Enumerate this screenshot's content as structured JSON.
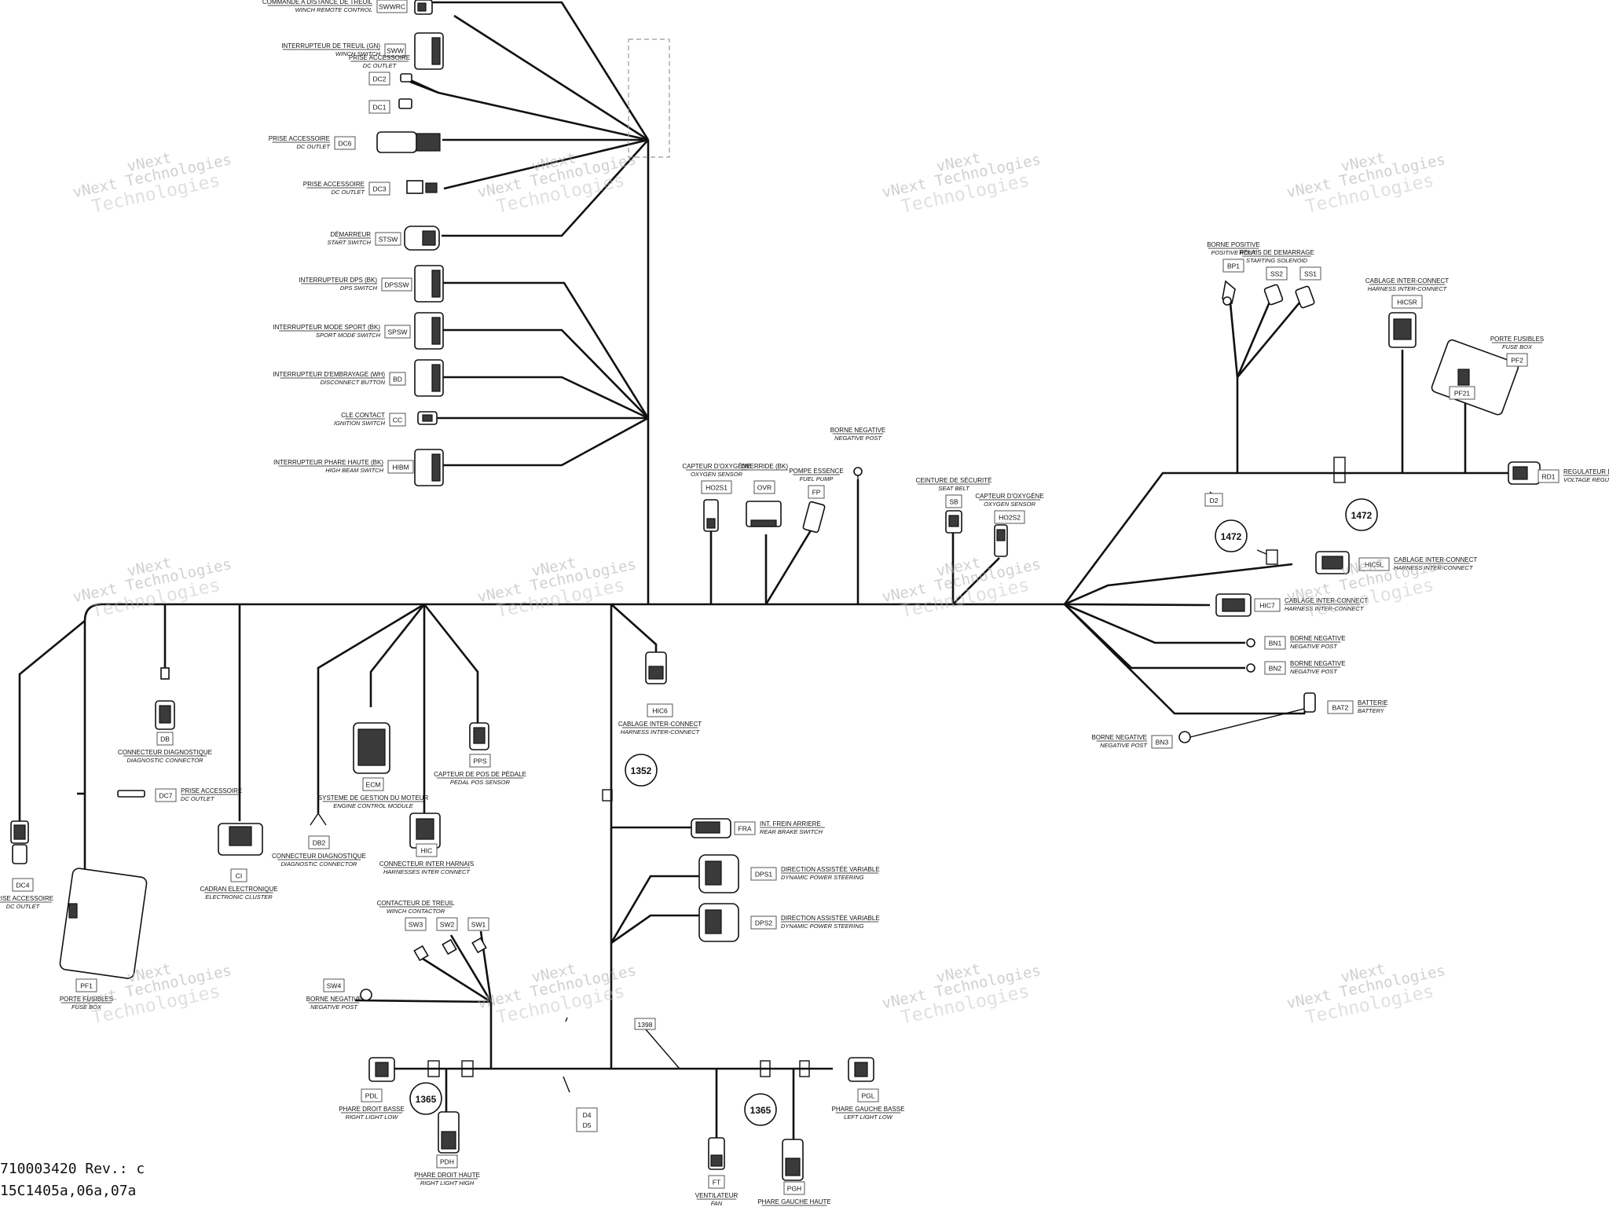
{
  "watermark": {
    "line1": "vNext",
    "line2": "vNext Technologies",
    "line3": "Technologies"
  },
  "footer": {
    "line1": "710003420 Rev.: c",
    "line2": "15C1405a,06a,07a"
  },
  "circled_numbers": [
    "1472",
    "1472",
    "1352",
    "1365",
    "1365"
  ],
  "small_labels": [
    "D2",
    "D4",
    "D5",
    "1398"
  ],
  "components": [
    {
      "code": "SWWRC",
      "fr": "COMMANDE A DISTANCE DE TREUIL",
      "en": "WINCH REMOTE CONTROL"
    },
    {
      "code": "SWW",
      "fr": "INTERRUPTEUR DE TREUIL (GN)",
      "en": "WINCH SWITCH"
    },
    {
      "code": "DC2",
      "fr": "PRISE ACCESSOIRE",
      "en": "DC OUTLET"
    },
    {
      "code": "DC1",
      "fr": "",
      "en": ""
    },
    {
      "code": "DC6",
      "fr": "PRISE ACCESSOIRE",
      "en": "DC OUTLET"
    },
    {
      "code": "DC3",
      "fr": "PRISE ACCESSOIRE",
      "en": "DC OUTLET"
    },
    {
      "code": "STSW",
      "fr": "DÉMARREUR",
      "en": "START SWITCH"
    },
    {
      "code": "DPSSW",
      "fr": "INTERRUPTEUR DPS (BK)",
      "en": "DPS SWITCH"
    },
    {
      "code": "SPSW",
      "fr": "INTERRUPTEUR MODE SPORT (BK)",
      "en": "SPORT MODE SWITCH"
    },
    {
      "code": "BD",
      "fr": "INTERRUPTEUR D'EMBRAYAGE (WH)",
      "en": "DISCONNECT BUTTON"
    },
    {
      "code": "CC",
      "fr": "CLE CONTACT",
      "en": "IGNITION SWITCH"
    },
    {
      "code": "HIBM",
      "fr": "INTERRUPTEUR PHARE HAUTE (BK)",
      "en": "HIGH BEAM SWITCH"
    },
    {
      "code": "HO2S1",
      "fr": "CAPTEUR D'OXYGÈNE",
      "en": "OXYGEN SENSOR"
    },
    {
      "code": "OVR",
      "fr": "OVERRIDE (BK)",
      "en": ""
    },
    {
      "code": "FP",
      "fr": "POMPE ESSENCE",
      "en": "FUEL PUMP"
    },
    {
      "code": "",
      "fr": "BORNE NEGATIVE",
      "en": "NEGATIVE POST"
    },
    {
      "code": "SB",
      "fr": "CEINTURE DE SÉCURITÉ",
      "en": "SEAT BELT"
    },
    {
      "code": "HO2S2",
      "fr": "CAPTEUR D'OXYGÈNE",
      "en": "OXYGEN SENSOR"
    },
    {
      "code": "BP1",
      "fr": "BORNE POSITIVE",
      "en": "POSITIVE POST"
    },
    {
      "code": "SS2",
      "fr": "RELAIS DE DEMARRAGE",
      "en": "STARTING SOLENOID"
    },
    {
      "code": "SS1",
      "fr": "",
      "en": ""
    },
    {
      "code": "HIC5R",
      "fr": "CABLAGE INTER-CONNECT",
      "en": "HARNESS INTER-CONNECT"
    },
    {
      "code": "PF2",
      "fr": "PORTE FUSIBLES",
      "en": "FUSE BOX"
    },
    {
      "code": "PF21",
      "fr": "",
      "en": ""
    },
    {
      "code": "RD1",
      "fr": "REGULATEUR DE V",
      "en": "VOLTAGE REGULA"
    },
    {
      "code": "HIC5L",
      "fr": "CABLAGE INTER-CONNECT",
      "en": "HARNESS INTER-CONNECT"
    },
    {
      "code": "HIC7",
      "fr": "CABLAGE INTER-CONNECT",
      "en": "HARNESS INTER-CONNECT"
    },
    {
      "code": "BN1",
      "fr": "BORNE NEGATIVE",
      "en": "NEGATIVE POST"
    },
    {
      "code": "BN2",
      "fr": "BORNE NEGATIVE",
      "en": "NEGATIVE POST"
    },
    {
      "code": "BAT2",
      "fr": "BATTERIE",
      "en": "BATTERY"
    },
    {
      "code": "BN3",
      "fr": "BORNE NEGATIVE",
      "en": "NEGATIVE POST"
    },
    {
      "code": "DB",
      "fr": "CONNECTEUR DIAGNOSTIQUE",
      "en": "DIAGNOSTIC CONNECTOR"
    },
    {
      "code": "DC7",
      "fr": "PRISE ACCESSOIRE",
      "en": "DC OUTLET"
    },
    {
      "code": "DC4",
      "fr": "PRISE ACCESSOIRE",
      "en": "DC OUTLET"
    },
    {
      "code": "PF1",
      "fr": "PORTE FUSIBLES",
      "en": "FUSE BOX"
    },
    {
      "code": "CI",
      "fr": "CADRAN ELECTRONIQUE",
      "en": "ELECTRONIC CLUSTER"
    },
    {
      "code": "DB2",
      "fr": "CONNECTEUR DIAGNOSTIQUE",
      "en": "DIAGNOSTIC CONNECTOR"
    },
    {
      "code": "ECM",
      "fr": "SYSTEME DE GESTION DU MOTEUR",
      "en": "ENGINE CONTROL MODULE"
    },
    {
      "code": "HIC",
      "fr": "CONNECTEUR INTER HARNAIS",
      "en": "HARNESSES INTER CONNECT"
    },
    {
      "code": "PPS",
      "fr": "CAPTEUR DE POS DE PÉDALE",
      "en": "PEDAL POS SENSOR"
    },
    {
      "code": "HIC6",
      "fr": "CABLAGE INTER-CONNECT",
      "en": "HARNESS INTER-CONNECT"
    },
    {
      "code": "FRA",
      "fr": "INT. FREIN ARRIERE",
      "en": "REAR BRAKE SWITCH"
    },
    {
      "code": "DPS1",
      "fr": "DIRECTION ASSISTÉE VARIABLE",
      "en": "DYNAMIC POWER STEERING"
    },
    {
      "code": "DPS2",
      "fr": "DIRECTION ASSISTÉE VARIABLE",
      "en": "DYNAMIC POWER STEERING"
    },
    {
      "code": "SW3",
      "fr": "CONTACTEUR DE TREUIL",
      "en": "WINCH CONTACTOR"
    },
    {
      "code": "SW2",
      "fr": "",
      "en": ""
    },
    {
      "code": "SW1",
      "fr": "",
      "en": ""
    },
    {
      "code": "SW4",
      "fr": "BORNE NEGATIVE",
      "en": "NEGATIVE POST"
    },
    {
      "code": "PDL",
      "fr": "PHARE DROIT BASSE",
      "en": "RIGHT LIGHT LOW"
    },
    {
      "code": "PDH",
      "fr": "PHARE DROIT HAUTE",
      "en": "RIGHT LIGHT HIGH"
    },
    {
      "code": "FT",
      "fr": "VENTILATEUR",
      "en": "FAN"
    },
    {
      "code": "PGH",
      "fr": "PHARE GAUCHE HAUTE",
      "en": ""
    },
    {
      "code": "PGL",
      "fr": "PHARE GAUCHE BASSE",
      "en": "LEFT LIGHT LOW"
    }
  ]
}
